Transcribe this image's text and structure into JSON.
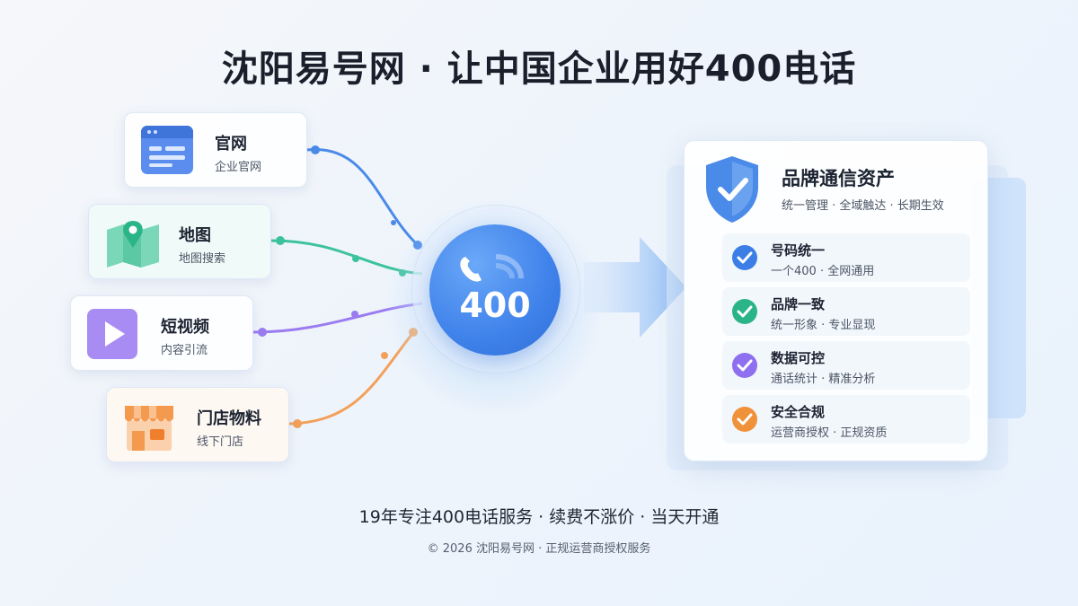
{
  "title": "沈阳易号网 · 让中国企业用好400电话",
  "channels": [
    {
      "name": "官网",
      "sub": "企业官网",
      "icon": "browser-window-icon",
      "color": "#5b8def"
    },
    {
      "name": "地图",
      "sub": "地图搜索",
      "icon": "map-pin-icon",
      "color": "#38c29a"
    },
    {
      "name": "短视频",
      "sub": "内容引流",
      "icon": "play-icon",
      "color": "#9a7cf0"
    },
    {
      "name": "门店物料",
      "sub": "线下门店",
      "icon": "storefront-icon",
      "color": "#f49a4e"
    }
  ],
  "hub": {
    "number": "400",
    "icon": "phone-icon"
  },
  "panel": {
    "title": "品牌通信资产",
    "subtitle": "统一管理 · 全域触达 · 长期生效",
    "icon": "shield-check-icon",
    "features": [
      {
        "name": "号码统一",
        "sub": "一个400 · 全网通用",
        "color": "#3b7fe6"
      },
      {
        "name": "品牌一致",
        "sub": "统一形象 · 专业显现",
        "color": "#2bb487"
      },
      {
        "name": "数据可控",
        "sub": "通话统计 · 精准分析",
        "color": "#8d6ff0"
      },
      {
        "name": "安全合规",
        "sub": "运营商授权 · 正规资质",
        "color": "#f0923a"
      }
    ]
  },
  "tagline": "19年专注400电话服务 · 续费不涨价 · 当天开通",
  "footer": "© 2026 沈阳易号网 · 正规运营商授权服务"
}
